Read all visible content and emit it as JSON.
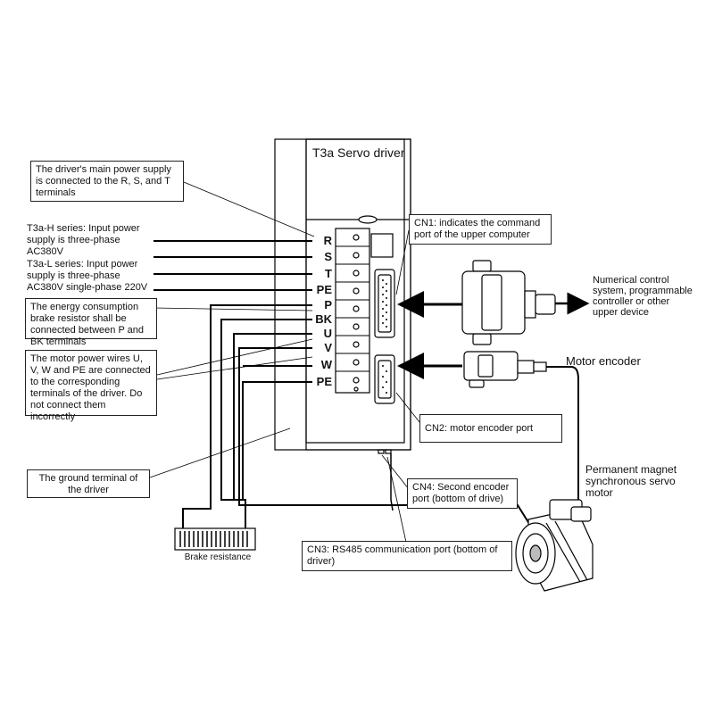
{
  "driver": {
    "title": "T3a Servo driver",
    "terminals": [
      "R",
      "S",
      "T",
      "PE",
      "P",
      "BK",
      "U",
      "V",
      "W",
      "PE"
    ]
  },
  "callouts": {
    "main_power": "The driver's main power supply is connected to the R, S, and T terminals",
    "t3a_h": "T3a-H series: Input power supply is three-phase AC380V",
    "t3a_l": "T3a-L series: Input power supply is three-phase AC380V single-phase 220V",
    "brake": "The energy consumption brake resistor shall be connected between P and BK terminals",
    "motor_wires": "The motor power wires U, V, W and PE are connected to the corresponding terminals of the driver. Do not connect them incorrectly",
    "ground": "The ground terminal of the driver",
    "cn1": "CN1: indicates the command port of the upper computer",
    "cn2": "CN2: motor encoder port",
    "cn3": "CN3: RS485 communication port (bottom of driver)",
    "cn4": "CN4: Second encoder port (bottom of drive)",
    "brake_resistance": "Brake resistance",
    "numerical_control": "Numerical control system, programmable controller or other upper device",
    "motor_encoder": "Motor encoder",
    "motor": "Permanent magnet synchronous servo motor"
  }
}
